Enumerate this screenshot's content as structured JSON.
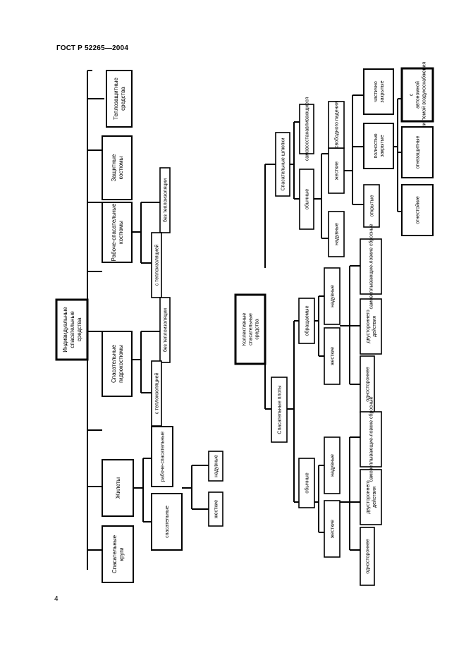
{
  "document": {
    "header": "ГОСТ Р 52265—2004",
    "page_number": "4"
  },
  "nodes": {
    "individual_root": "Индивидуальные спасательные средства",
    "heat_protective": "Теплозащитные средства",
    "protective_suits": "Защитные костюмы",
    "work_rescue_suits": "Рабоче-спасательные костюмы",
    "suits_without_insulation": "без теплоизоляции",
    "suits_with_insulation": "с теплоизоляцией",
    "hydro_suits": "Спасательные гидрокостюмы",
    "hydro_without_insulation": "без теплоизоляции",
    "hydro_with_insulation": "с теплоизоляцией",
    "vests": "Жилеты",
    "work_rescue_vests": "рабоче-спасательные",
    "rescue_vests": "спасательные",
    "inflatable_vest": "надувные",
    "rigid_vest": "жесткие",
    "lifebuoys": "Спасательные круги",
    "collective_root": "Коллективные спасательные средства",
    "boats": "Спасательные шлюпки",
    "self_righting": "самовосстанавливающиеся",
    "boats_regular": "обычные",
    "boats_rigid": "жесткие",
    "freefall": "свободного падения",
    "partially_closed": "частично закрытые",
    "fully_closed": "полностью закрытые",
    "boats_open": "открытые",
    "boats_inflatable": "надувные",
    "with_air_supply": "с автономной системой воздухоснабжения",
    "fire_protective": "огнезащитные",
    "fire_resistant": "огнестойкие",
    "rafts": "Спасательные плоты",
    "rafts_reversible": "обращаемые",
    "rr_inflatable": "надувные",
    "rr_rigid": "жесткие",
    "rr_self_inflating": "самовсплывающие-ловкие сбросные",
    "rr_double_sided": "двустороннего действия",
    "rr_single_sided": "одностороннее",
    "rafts_regular": "обычные",
    "ro_inflatable": "надувные",
    "ro_rigid": "жесткие",
    "ro_self_inflating": "самовсплывающие-ловкие сбросные",
    "ro_double_sided": "двустороннего действия",
    "ro_single_sided": "одностороннее"
  }
}
